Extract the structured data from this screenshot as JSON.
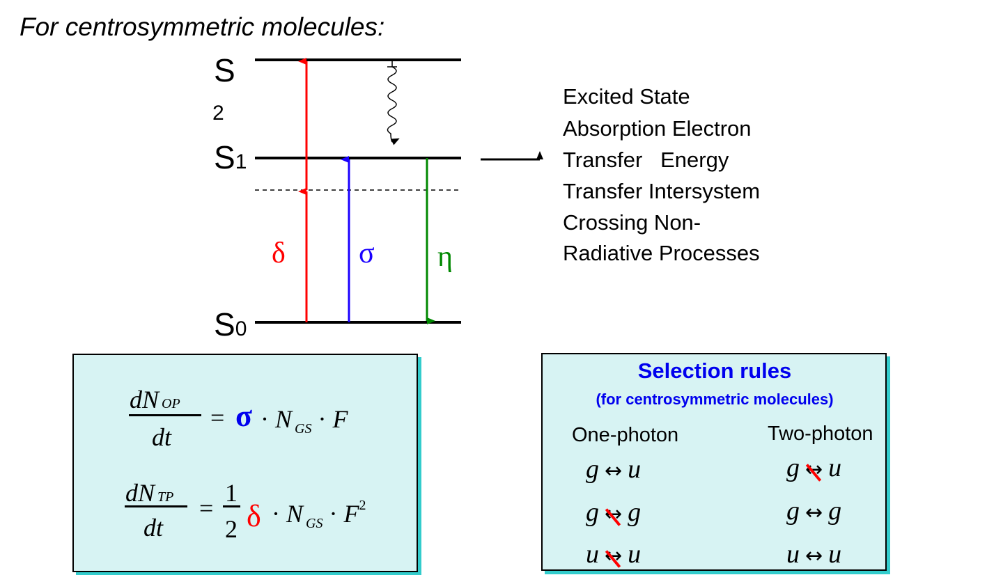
{
  "title": "For centrosymmetric molecules:",
  "diagram": {
    "levels": {
      "s2": "S",
      "s2_sub": "2",
      "s1": "S",
      "s1_sub": "1",
      "s0": "S",
      "s0_sub": "0"
    },
    "transitions": {
      "delta": "δ",
      "sigma": "σ",
      "eta": "η"
    },
    "colors": {
      "delta": "#ff0000",
      "sigma": "#1a00ff",
      "eta": "#008800"
    },
    "processes": [
      "Excited State",
      "Absorption Electron",
      "Transfer   Energy",
      "Transfer Intersystem",
      "Crossing Non-",
      "Radiative Processes"
    ]
  },
  "equations": {
    "eq1": {
      "num": "dN",
      "num_sub": "OP",
      "den": "dt",
      "eq": "=",
      "coef": "σ",
      "dot": "·",
      "n": "N",
      "n_sub": "GS",
      "f": "F"
    },
    "eq2": {
      "num": "dN",
      "num_sub": "TP",
      "den": "dt",
      "eq": "=",
      "half_num": "1",
      "half_den": "2",
      "coef": "δ",
      "dot": "·",
      "n": "N",
      "n_sub": "GS",
      "f": "F",
      "f_sup": "2"
    }
  },
  "selection_rules": {
    "title": "Selection rules",
    "subtitle": "(for centrosymmetric molecules)",
    "columns": [
      "One-photon",
      "Two-photon"
    ],
    "arrow": "↔",
    "rows": [
      {
        "one": {
          "a": "g",
          "b": "u",
          "allowed": true
        },
        "two": {
          "a": "g",
          "b": "u",
          "allowed": false
        }
      },
      {
        "one": {
          "a": "g",
          "b": "g",
          "allowed": false
        },
        "two": {
          "a": "g",
          "b": "g",
          "allowed": true
        }
      },
      {
        "one": {
          "a": "u",
          "b": "u",
          "allowed": false
        },
        "two": {
          "a": "u",
          "b": "u",
          "allowed": true
        }
      }
    ]
  }
}
